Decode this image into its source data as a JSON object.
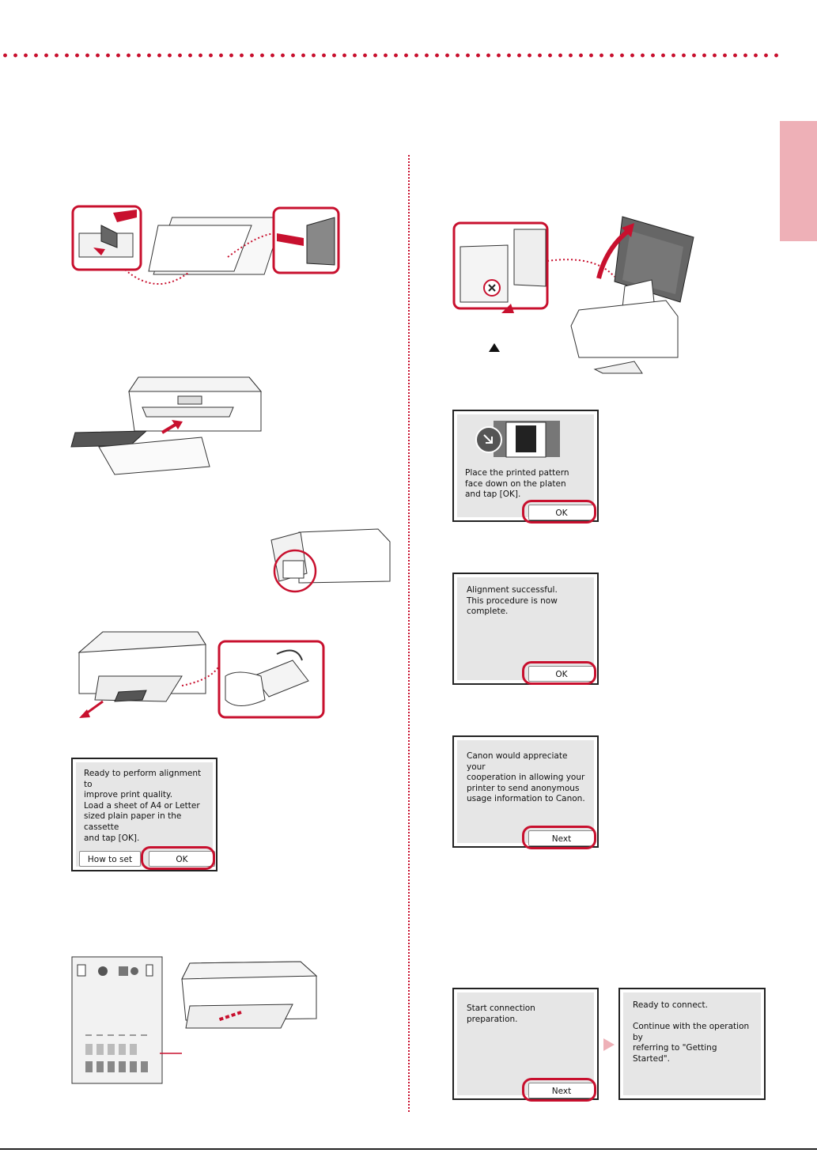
{
  "screens": {
    "alignment_ready": {
      "message": "Ready to perform alignment to\nimprove print quality.\nLoad a sheet of A4 or Letter\nsized plain paper in the cassette\nand tap [OK].",
      "how_to_set": "How to set",
      "ok": "OK"
    },
    "place_pattern": {
      "message": "Place the printed pattern\nface down on the platen\nand tap [OK].",
      "ok": "OK"
    },
    "alignment_done": {
      "message": "Alignment successful.\nThis procedure is now complete.",
      "ok": "OK"
    },
    "usage_info": {
      "message": "Canon would appreciate your\ncooperation in allowing your\nprinter to send anonymous\nusage information to Canon.",
      "next": "Next"
    },
    "connection_prep": {
      "message": "Start connection preparation.",
      "next": "Next"
    },
    "ready_to_connect": {
      "message": "Ready to connect.\n\nContinue with the operation by\nreferring to \"Getting Started\"."
    }
  },
  "colors": {
    "accent": "#c8102e",
    "tab": "#eeb0b7",
    "screen_bg": "#e6e6e6"
  },
  "icons": [
    "triangle-up-icon",
    "arrow-right-icon"
  ]
}
